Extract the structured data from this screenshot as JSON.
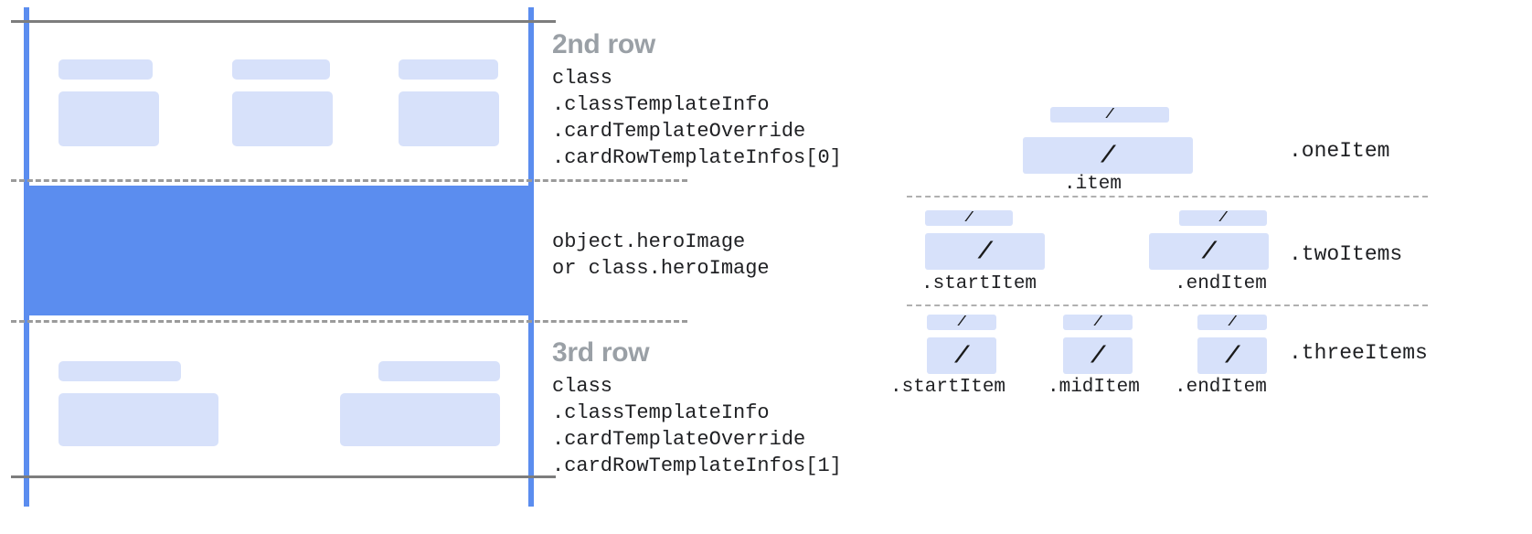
{
  "card_template": {
    "rows": [
      {
        "id": "second-row",
        "title": "2nd row",
        "code": "class\n.classTemplateInfo\n.cardTemplateOverride\n.cardRowTemplateInfos[0]",
        "placeholders": 3
      },
      {
        "id": "hero-row",
        "title": "",
        "code": "object.heroImage\nor class.heroImage",
        "placeholders": 0
      },
      {
        "id": "third-row",
        "title": "3rd row",
        "code": "class\n.classTemplateInfo\n.cardTemplateOverride\n.cardRowTemplateInfos[1]",
        "placeholders": 2
      }
    ]
  },
  "item_variants": [
    {
      "id": "one-item",
      "row_label": ".oneItem",
      "cells": [
        {
          "glyph": "/",
          "sublabel": ".item"
        }
      ]
    },
    {
      "id": "two-items",
      "row_label": ".twoItems",
      "cells": [
        {
          "glyph": "/",
          "sublabel": ".startItem"
        },
        {
          "glyph": "/",
          "sublabel": ".endItem"
        }
      ]
    },
    {
      "id": "three-items",
      "row_label": ".threeItems",
      "cells": [
        {
          "glyph": "/",
          "sublabel": ".startItem"
        },
        {
          "glyph": "/",
          "sublabel": ".midItem"
        },
        {
          "glyph": "/",
          "sublabel": ".endItem"
        }
      ]
    }
  ],
  "colors": {
    "accent_blue": "#5b8def",
    "placeholder_blue": "#d7e1fa",
    "title_grey": "#9aa0a6",
    "rule_grey": "#7d7d7d",
    "dash_grey": "#9b9b9b",
    "text_dark": "#202124"
  }
}
